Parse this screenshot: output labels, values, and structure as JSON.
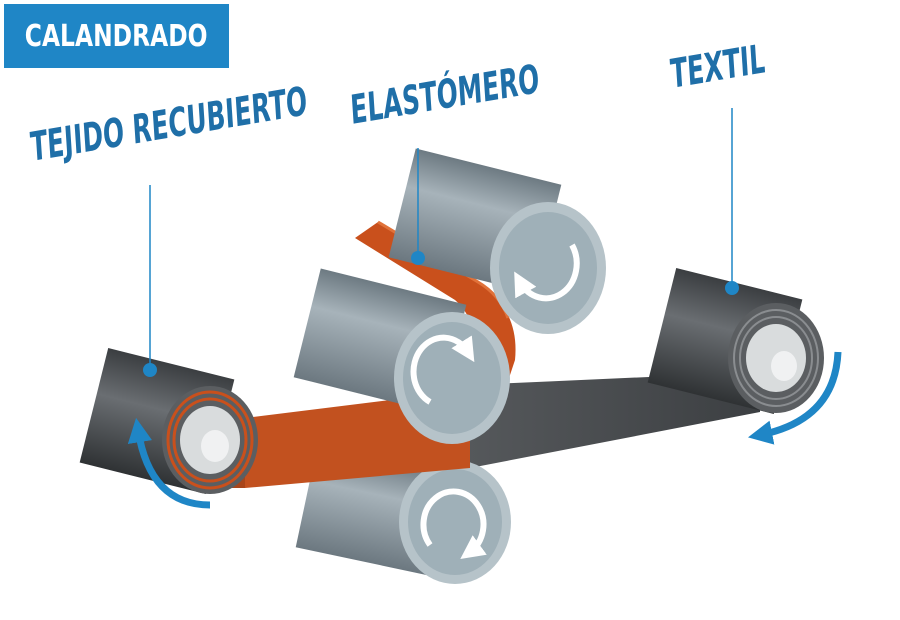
{
  "title": "CALANDRADO",
  "labels": {
    "coated_fabric": "TEJIDO RECUBIERTO",
    "elastomer": "ELASTÓMERO",
    "textile": "TEXTIL"
  },
  "colors": {
    "accent_blue": "#1f86c6",
    "label_blue": "#1f6fa8",
    "elastomer_orange": "#c9501c",
    "roller_grey": "#8e9ca4",
    "fabric_dark": "#4a4d50"
  }
}
